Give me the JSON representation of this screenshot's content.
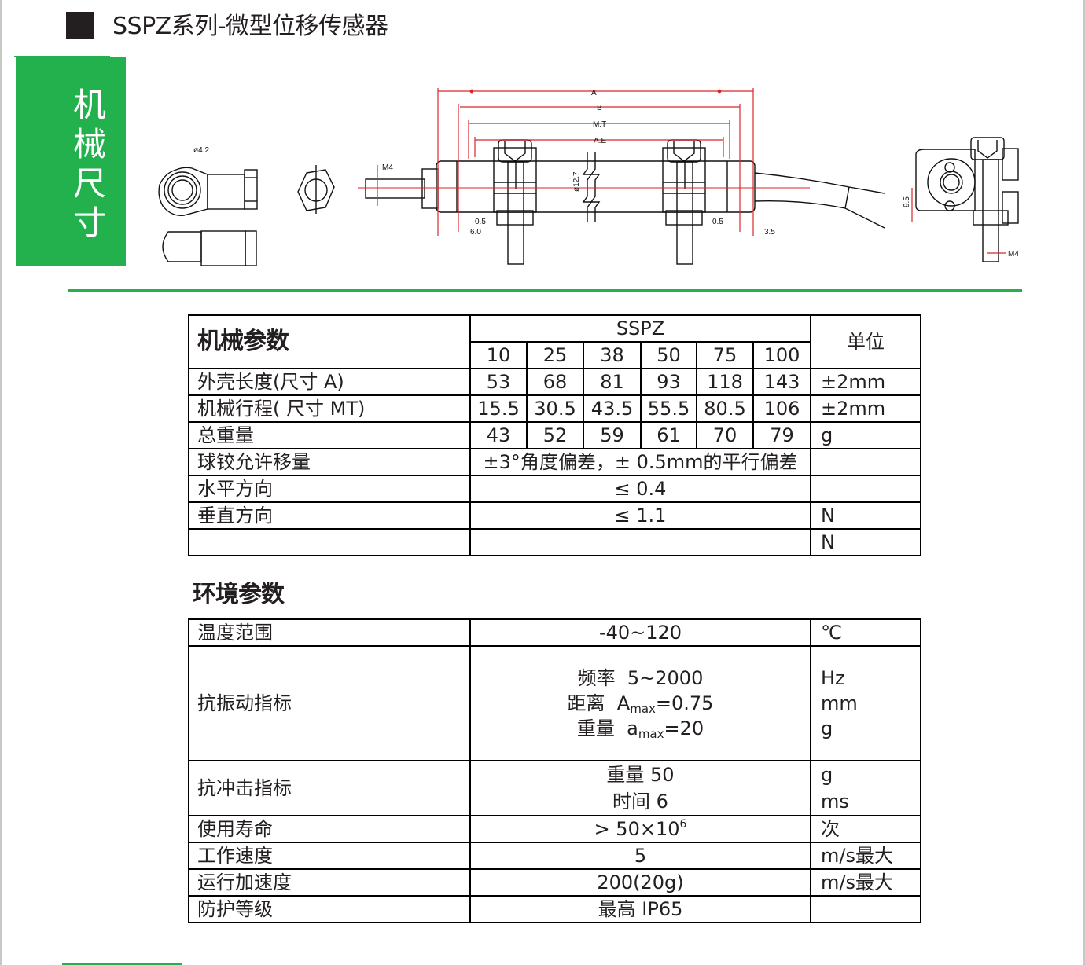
{
  "header": {
    "title": "SSPZ系列-微型位移传感器"
  },
  "section_badge": {
    "chars": [
      "机",
      "械",
      "尺",
      "寸"
    ]
  },
  "drawing": {
    "labels": {
      "hole_diameter": "ø4.2",
      "thread_left": "M4",
      "dim_a": "A",
      "dim_b": "B",
      "dim_mt": "M.T",
      "dim_ae": "A.E",
      "body_diameter": "ø12.7",
      "left_gap": "0.5",
      "left_offset": "6.0",
      "right_gap": "0.5",
      "right_offset": "3.5",
      "side_height": "9.5",
      "thread_right": "M4"
    }
  },
  "colors": {
    "accent_green": "#22b14c",
    "dimension_red": "#d9262b",
    "text": "#231f20"
  },
  "mechanical": {
    "heading": "机械参数",
    "group_header": "SSPZ",
    "unit_header": "单位",
    "models": [
      "10",
      "25",
      "38",
      "50",
      "75",
      "100"
    ],
    "rows": [
      {
        "label": "外壳长度(尺寸 A)",
        "values": [
          "53",
          "68",
          "81",
          "93",
          "118",
          "143"
        ],
        "unit": "±2mm"
      },
      {
        "label": "机械行程( 尺寸 MT)",
        "values": [
          "15.5",
          "30.5",
          "43.5",
          "55.5",
          "80.5",
          "106"
        ],
        "unit": "±2mm"
      },
      {
        "label": "总重量",
        "values": [
          "43",
          "52",
          "59",
          "61",
          "70",
          "79"
        ],
        "unit": "g"
      }
    ],
    "merged_rows": [
      {
        "label": "球铰允许移量",
        "value": "±3°角度偏差，± 0.5mm的平行偏差",
        "unit": ""
      },
      {
        "label": "水平方向",
        "value": "≤ 0.4",
        "unit": ""
      },
      {
        "label": "垂直方向",
        "value": "≤ 1.1",
        "unit": "N"
      },
      {
        "label": "",
        "value": "",
        "unit": "N"
      }
    ]
  },
  "environment": {
    "heading": "环境参数",
    "temperature": {
      "label": "温度范围",
      "value": "-40~120",
      "unit": "℃"
    },
    "vibration": {
      "label": "抗振动指标",
      "lines": [
        {
          "name": "频率",
          "symbol": "",
          "sub": "",
          "value": "5~2000",
          "unit": "Hz"
        },
        {
          "name": "距离",
          "symbol": "A",
          "sub": "max",
          "value": "=0.75",
          "unit": "mm"
        },
        {
          "name": "重量",
          "symbol": "a",
          "sub": "max",
          "value": "=20",
          "unit": "g"
        }
      ]
    },
    "shock": {
      "label": "抗冲击指标",
      "lines": [
        {
          "text": "重量  50",
          "unit": "g"
        },
        {
          "text": "时间  6",
          "unit": "ms"
        }
      ]
    },
    "life": {
      "label": "使用寿命",
      "value": "> 50×10",
      "exponent": "6",
      "unit": "次"
    },
    "speed": {
      "label": "工作速度",
      "value": "5",
      "unit": "m/s最大"
    },
    "acceleration": {
      "label": "运行加速度",
      "value": "200(20g)",
      "unit": "m/s最大"
    },
    "protection": {
      "label": "防护等级",
      "value": "最高 IP65",
      "unit": ""
    }
  }
}
